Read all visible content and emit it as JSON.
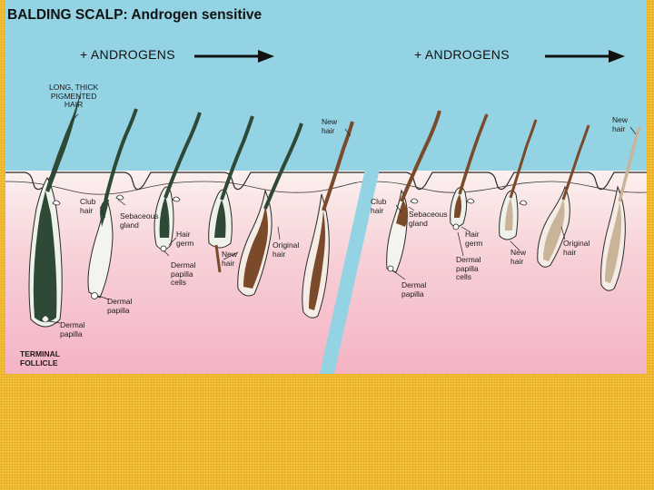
{
  "title": "BALDING SCALP: Androgen sensitive",
  "androgens_left": "+ ANDROGENS",
  "androgens_right": "+ ANDROGENS",
  "labels": {
    "long_thick": "LONG, THICK\nPIGMENTED\nHAIR",
    "club_hair_left": "Club\nhair",
    "sebaceous_left": "Sebaceous\ngland",
    "hair_germ_left": "Hair\ngerm",
    "dermal_papilla_cells_left": "Dermal\npapilla\ncells",
    "dermal_papilla_club_left": "Dermal\npapilla",
    "dermal_papilla_terminal": "Dermal\npapilla",
    "new_hair_mid_left": "New\nhair",
    "original_hair_left": "Original\nhair",
    "new_hair_top_left": "New\nhair",
    "terminal_follicle": "TERMINAL\nFOLLICLE",
    "club_hair_right": "Club\nhair",
    "sebaceous_right": "Sebaceous\ngland",
    "hair_germ_right": "Hair\ngerm",
    "dermal_papilla_cells_right": "Dermal\npapilla\ncells",
    "dermal_papilla_club_right": "Dermal\npapilla",
    "new_hair_mid_right": "New\nhair",
    "original_hair_right": "Original\nhair",
    "new_hair_top_right": "New\nhair"
  },
  "colors": {
    "sky": "#93d3e3",
    "skin_top": "#faeeea",
    "skin_bottom": "#f5b8c6",
    "slide_border": "#f2c23a",
    "terminal_hair": "#2e4a37",
    "brown_hair": "#7b4a2a",
    "light_hair": "#c9b49a"
  }
}
